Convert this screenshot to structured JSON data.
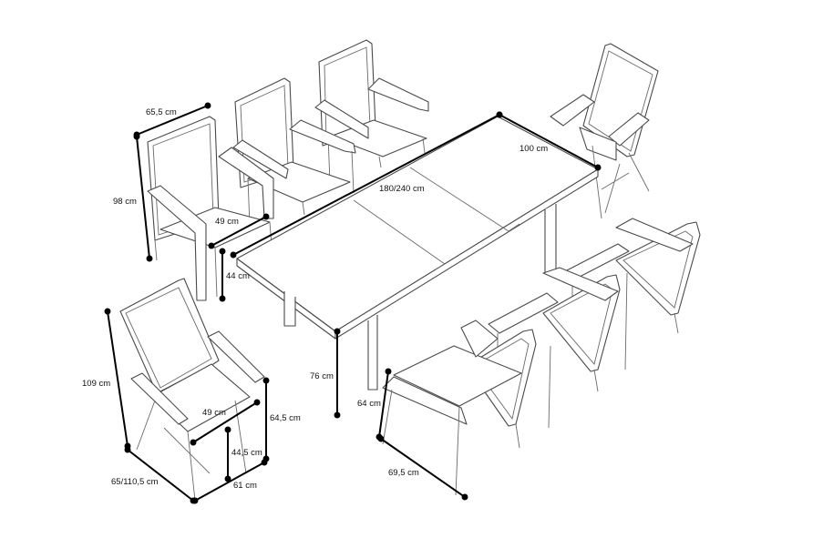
{
  "dimensions": {
    "chair_width": "65,5 cm",
    "chair_height": "98 cm",
    "chair_seat_width": "49 cm",
    "chair_seat_height": "44 cm",
    "table_length": "180/240 cm",
    "table_width": "100 cm",
    "table_height": "76 cm",
    "armchair_depth": "69,5 cm",
    "armchair_arm_height": "64 cm",
    "recliner_height": "109 cm",
    "recliner_seat_width": "49 cm",
    "recliner_arm_height": "64,5 cm",
    "recliner_seat_height": "44,5 cm",
    "recliner_width": "61 cm",
    "recliner_depth": "65/110,5 cm"
  },
  "colors": {
    "outline": "#4a4a4a",
    "dimension_line": "#000000",
    "background": "#ffffff"
  }
}
